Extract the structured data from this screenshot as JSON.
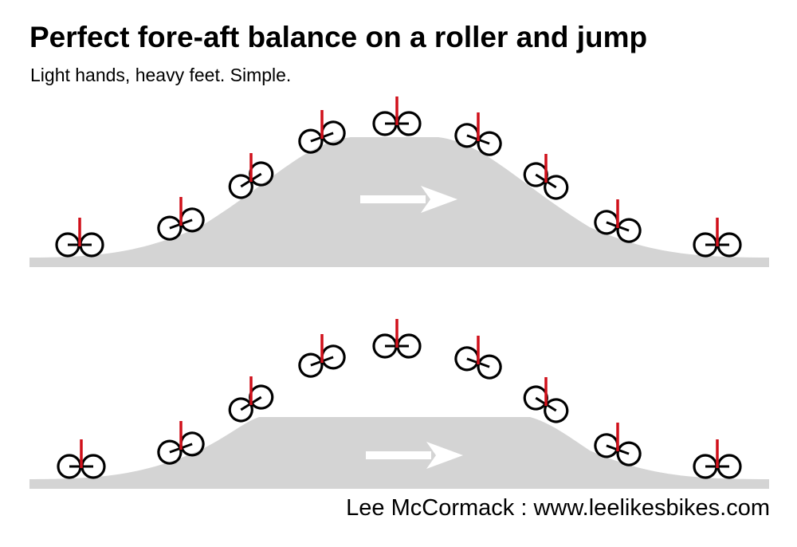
{
  "title": "Perfect fore-aft balance on a roller and jump",
  "subtitle": "Light hands, heavy feet. Simple.",
  "credit": "Lee McCormack : www.leelikesbikes.com",
  "colors": {
    "terrain": "#d4d4d4",
    "arrow": "#ffffff",
    "rider": "#d0101a",
    "bike": "#000000"
  },
  "panels": [
    {
      "name": "roller",
      "direction": "right"
    },
    {
      "name": "jump",
      "direction": "right"
    }
  ]
}
